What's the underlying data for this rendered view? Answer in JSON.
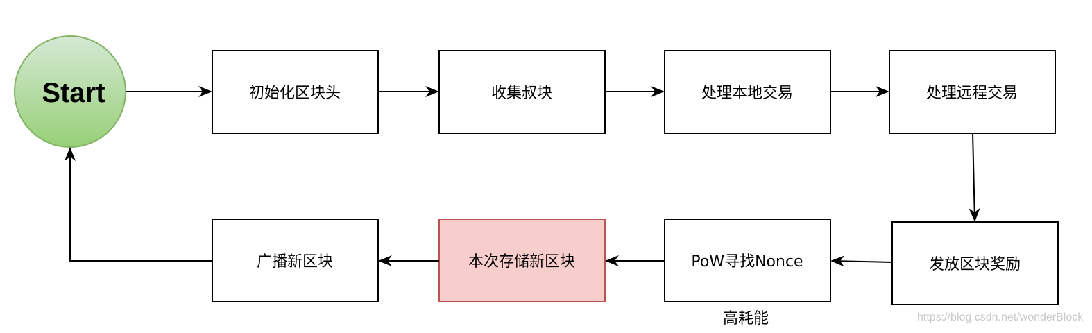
{
  "start": {
    "label": "Start",
    "fill_top": "#d5e8d4",
    "fill_bottom": "#97d077",
    "stroke": "#82b366"
  },
  "nodes": {
    "init_header": "初始化区块头",
    "collect_uncles": "收集叔块",
    "process_local_tx": "处理本地交易",
    "process_remote_tx": "处理远程交易",
    "issue_reward": "发放区块奖励",
    "pow_nonce": "PoW寻找Nonce",
    "store_block": "本次存储新区块",
    "broadcast_block": "广播新区块"
  },
  "annotation": {
    "high_cost": "高耗能"
  },
  "highlight": {
    "fill": "#f8cecc",
    "stroke": "#b85450"
  },
  "watermark": "https://blog.csdn.net/wonderBlock"
}
